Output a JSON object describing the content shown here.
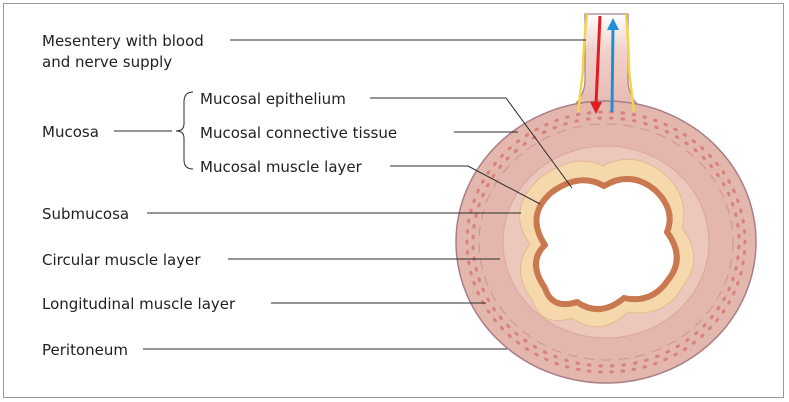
{
  "labels": {
    "mesentery_line1": "Mesentery with blood",
    "mesentery_line2": "and nerve supply",
    "mucosa": "Mucosa",
    "mucosal_epithelium": "Mucosal epithelium",
    "mucosal_connective_tissue": "Mucosal connective tissue",
    "mucosal_muscle_layer": "Mucosal muscle layer",
    "submucosa": "Submucosa",
    "circular_muscle_layer": "Circular muscle layer",
    "longitudinal_muscle_layer": "Longitudinal muscle layer",
    "peritoneum": "Peritoneum"
  },
  "colors": {
    "outer_wall": "#e3b7ae",
    "outer_outline": "#a97e86",
    "dots": "#d8827c",
    "submucosa": "#ecc8bc",
    "connective": "#f6d8ad",
    "epithelium": "#cf845a",
    "lumen": "#ffffff",
    "artery": "#e31b23",
    "vein": "#1f8fd8",
    "nerve": "#f2d54d"
  }
}
